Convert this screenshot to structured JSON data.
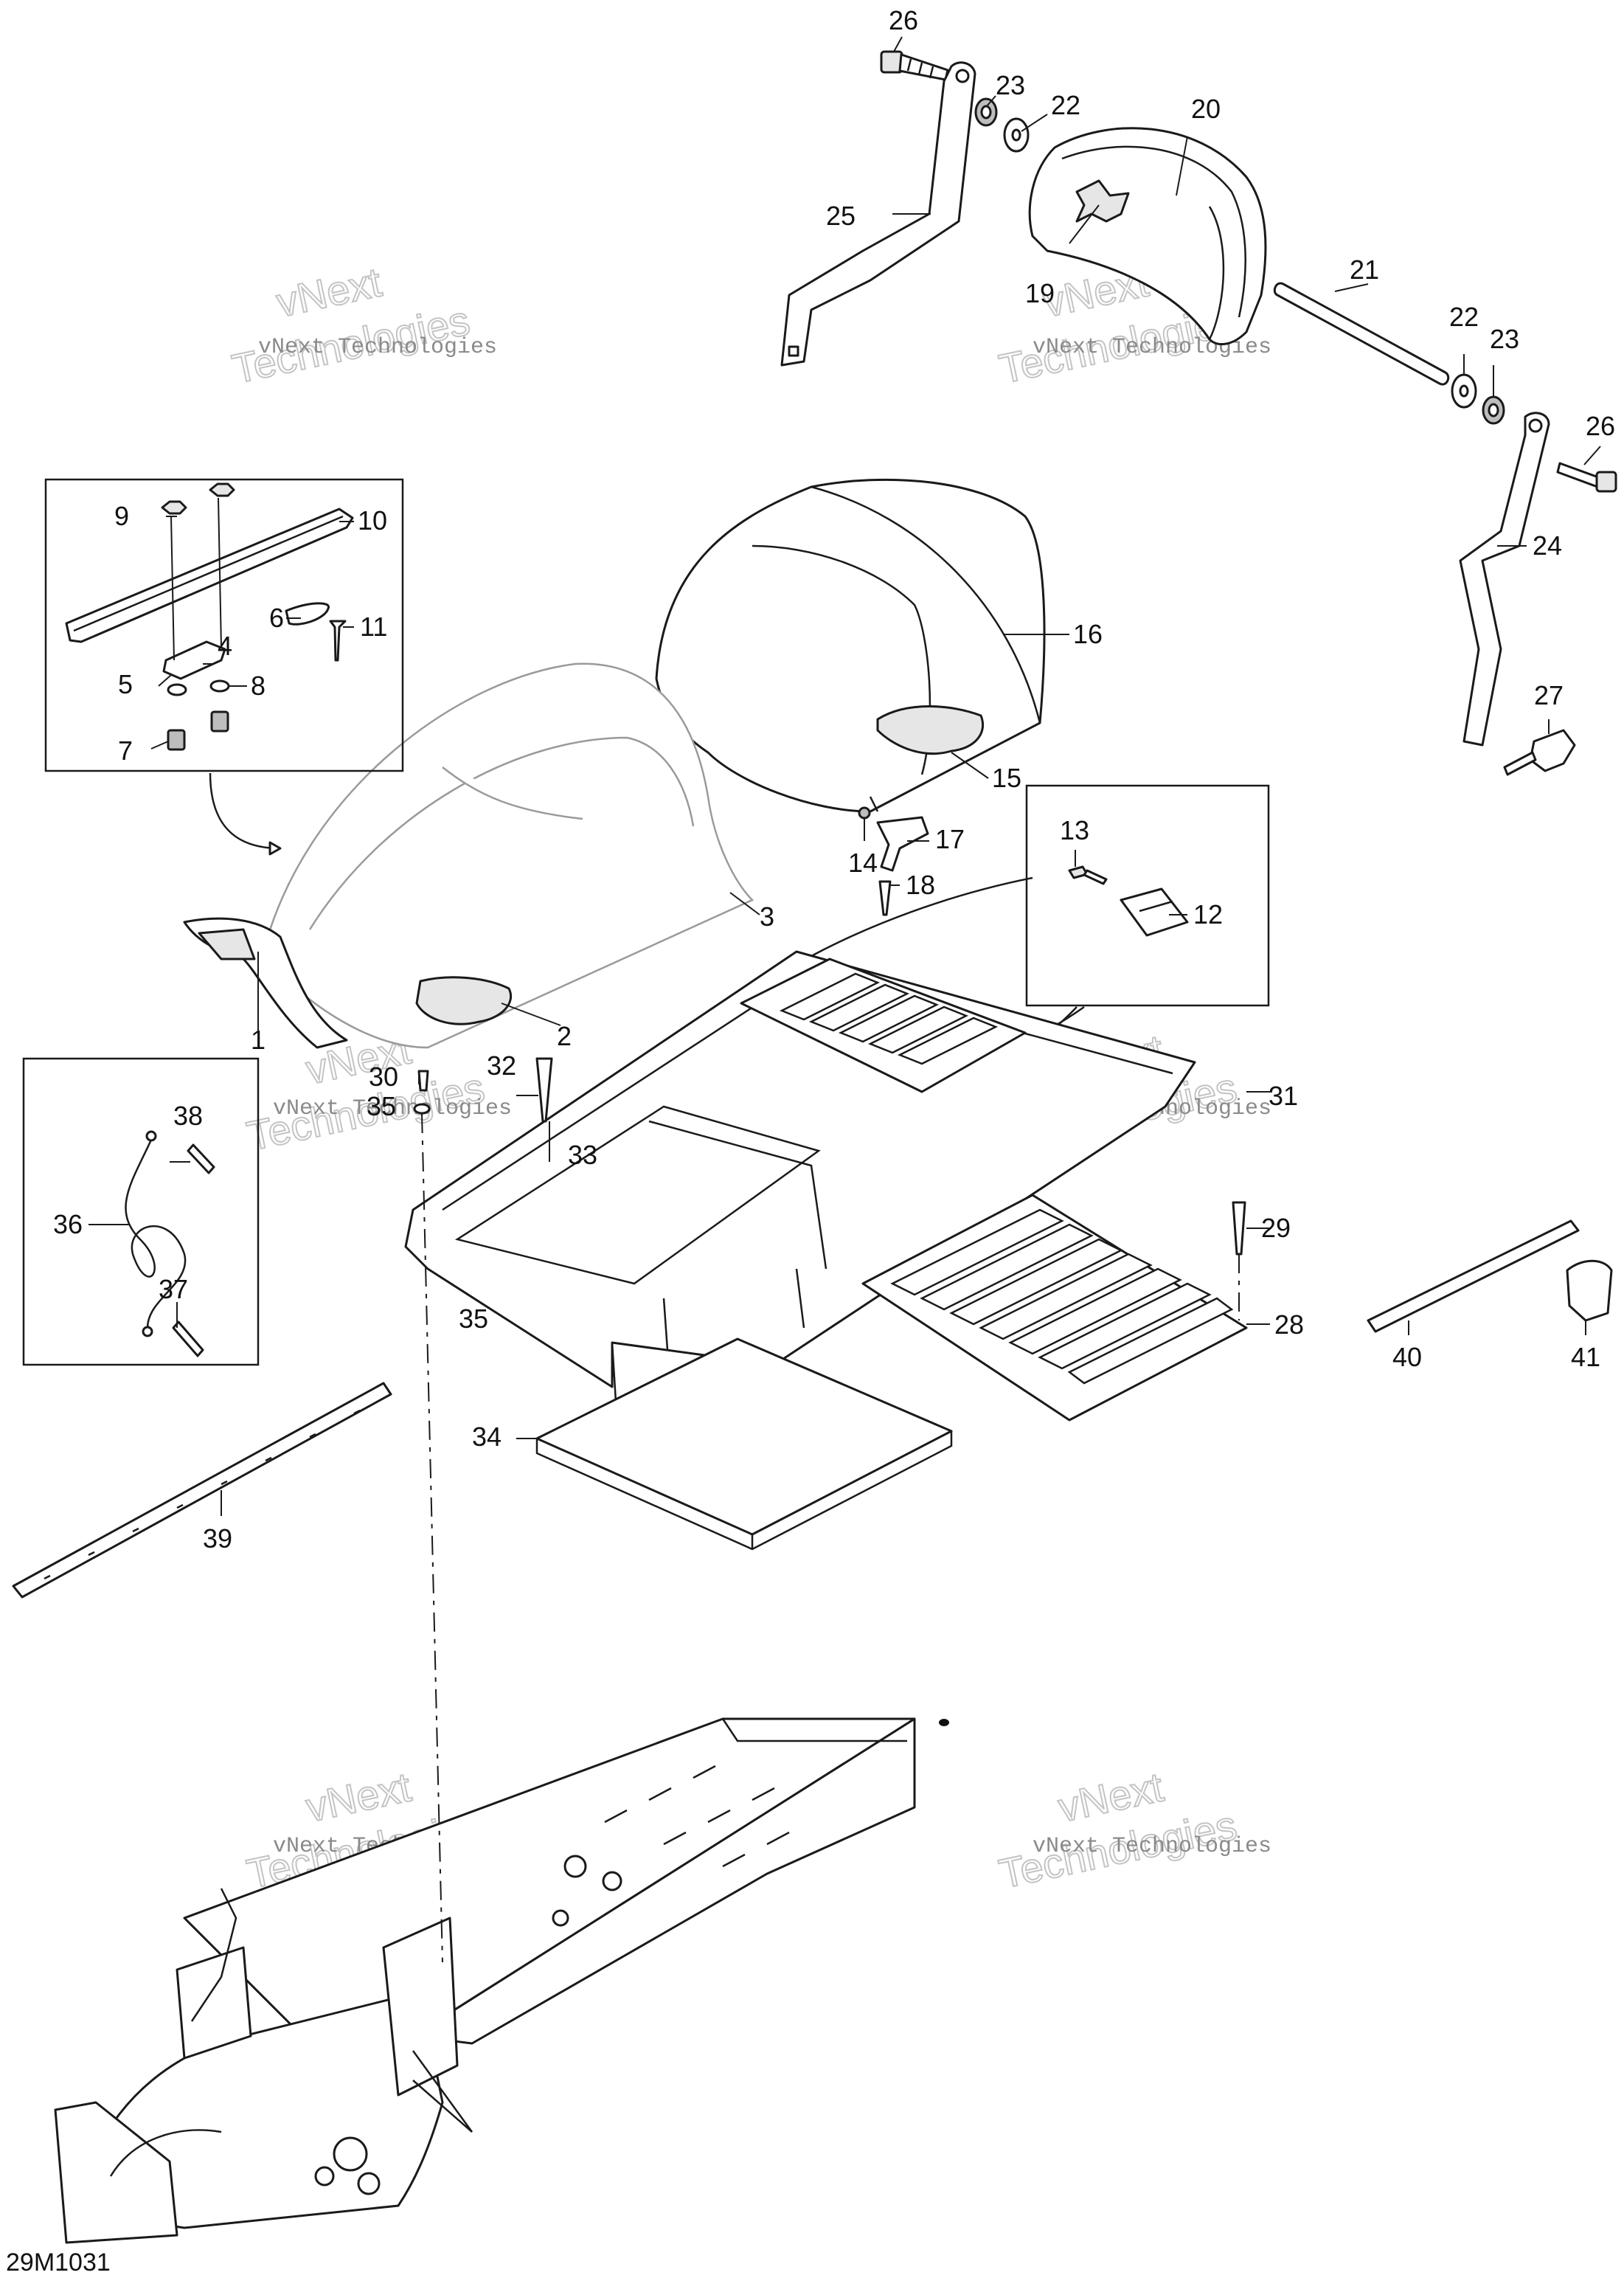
{
  "diagram_code": "29M1031",
  "watermark": {
    "small_text": "vNext Technologies",
    "big_line1": "vNext",
    "big_line2": "Technologies"
  },
  "callouts": {
    "c1": "1",
    "c2": "2",
    "c3": "3",
    "c4": "4",
    "c5": "5",
    "c6": "6",
    "c7": "7",
    "c8": "8",
    "c9": "9",
    "c10": "10",
    "c11": "11",
    "c12": "12",
    "c13": "13",
    "c14": "14",
    "c15": "15",
    "c16": "16",
    "c17": "17",
    "c18": "18",
    "c19": "19",
    "c20": "20",
    "c21": "21",
    "c22a": "22",
    "c22b": "22",
    "c23a": "23",
    "c23b": "23",
    "c24": "24",
    "c25": "25",
    "c26a": "26",
    "c26b": "26",
    "c27": "27",
    "c28": "28",
    "c29": "29",
    "c30": "30",
    "c31": "31",
    "c32": "32",
    "c33": "33",
    "c34": "34",
    "c35a": "35",
    "c35b": "35",
    "c36": "36",
    "c37": "37",
    "c38": "38",
    "c39": "39",
    "c40": "40",
    "c41": "41"
  },
  "colors": {
    "line": "#1a1a1a",
    "watermark": "#8a8a8a"
  }
}
